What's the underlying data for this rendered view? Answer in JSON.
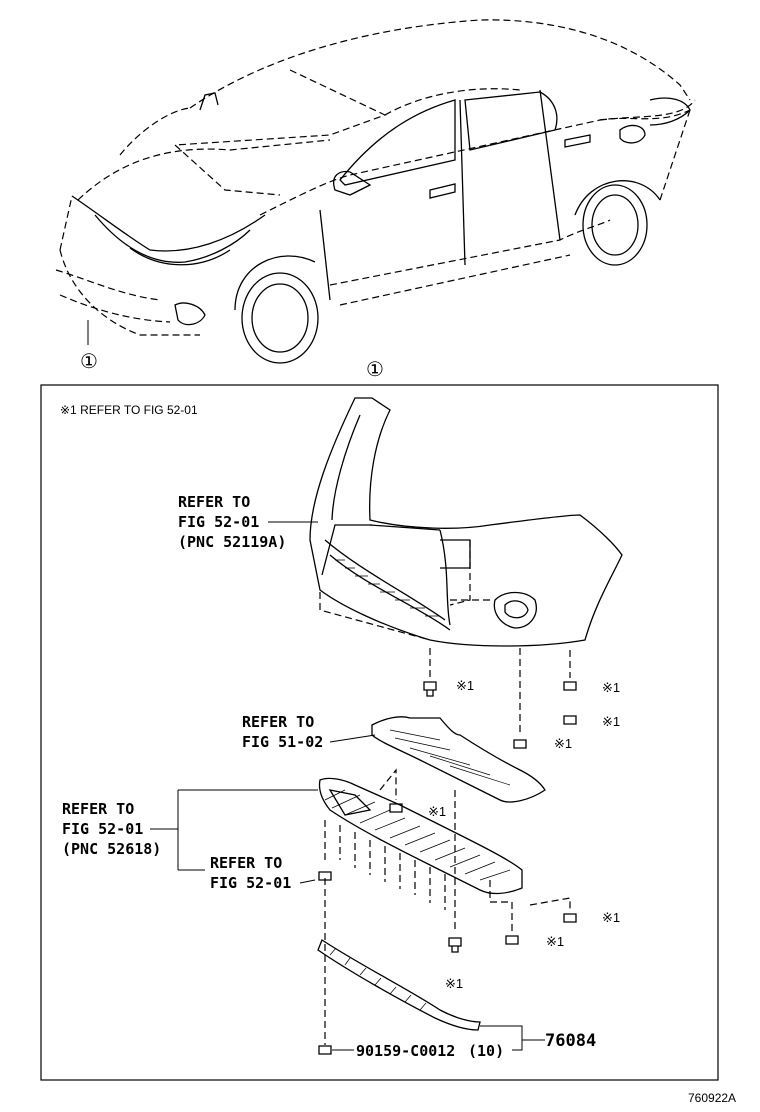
{
  "callouts": {
    "car_callout": "①",
    "frame_callout": "①"
  },
  "note": "※1 REFER TO FIG 52-01",
  "refs": {
    "bumper": [
      "REFER TO",
      "FIG 52-01",
      "(PNC 52119A)"
    ],
    "cover": [
      "REFER TO",
      "FIG 51-02"
    ],
    "reinforcement": [
      "REFER TO",
      "FIG 52-01",
      "(PNC 52618)"
    ],
    "reinforcement_lower": [
      "REFER TO",
      "FIG 52-01"
    ]
  },
  "fastener_mark": "※1",
  "parts": {
    "spoiler_part_no": "76084",
    "clip_part_no": "90159-C0012",
    "clip_qty": "(10)"
  },
  "figure_id": "760922A"
}
